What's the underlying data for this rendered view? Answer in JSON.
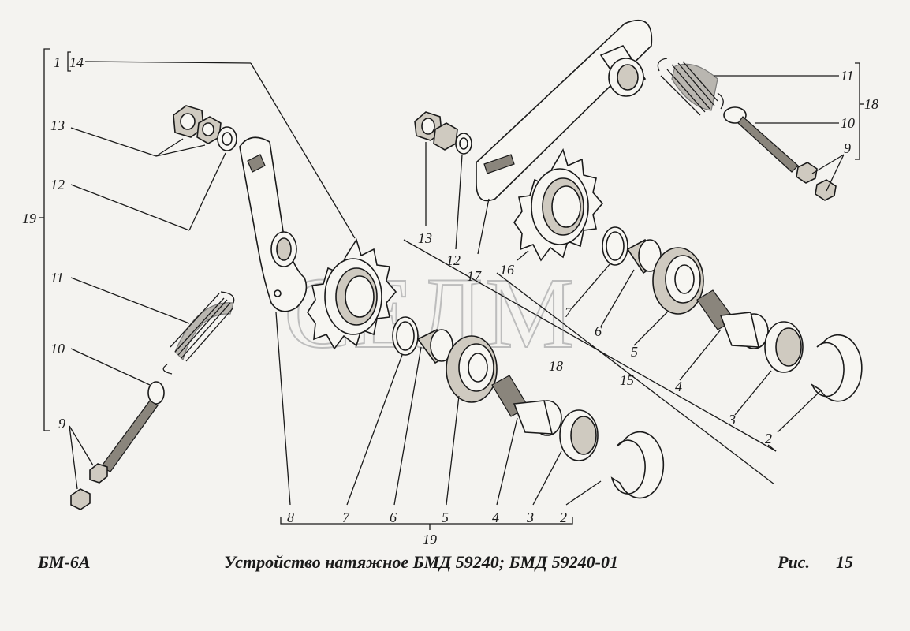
{
  "footer": {
    "model": "БМ-6А",
    "title": "Устройство натяжное БМД 59240; БМД 59240-01",
    "fig_label": "Рис.",
    "fig_number": "15"
  },
  "watermark": "СЕЛМ",
  "callouts": {
    "left_group": {
      "n1": "1",
      "n14": "14",
      "n13": "13",
      "n12": "12",
      "n19": "19",
      "n11": "11",
      "n10": "10",
      "n9": "9"
    },
    "bottom_row": {
      "n8": "8",
      "n7": "7",
      "n6": "6",
      "n5": "5",
      "n4": "4",
      "n3": "3",
      "n2": "2",
      "n19": "19"
    },
    "middle": {
      "n13": "13",
      "n12": "12",
      "n17": "17",
      "n16": "16",
      "n7": "7",
      "n6": "6",
      "n5": "5",
      "n18": "18",
      "n15": "15",
      "n4": "4",
      "n3": "3",
      "n2": "2"
    },
    "right_group": {
      "n11": "11",
      "n10": "10",
      "n9": "9",
      "n18": "18"
    }
  }
}
